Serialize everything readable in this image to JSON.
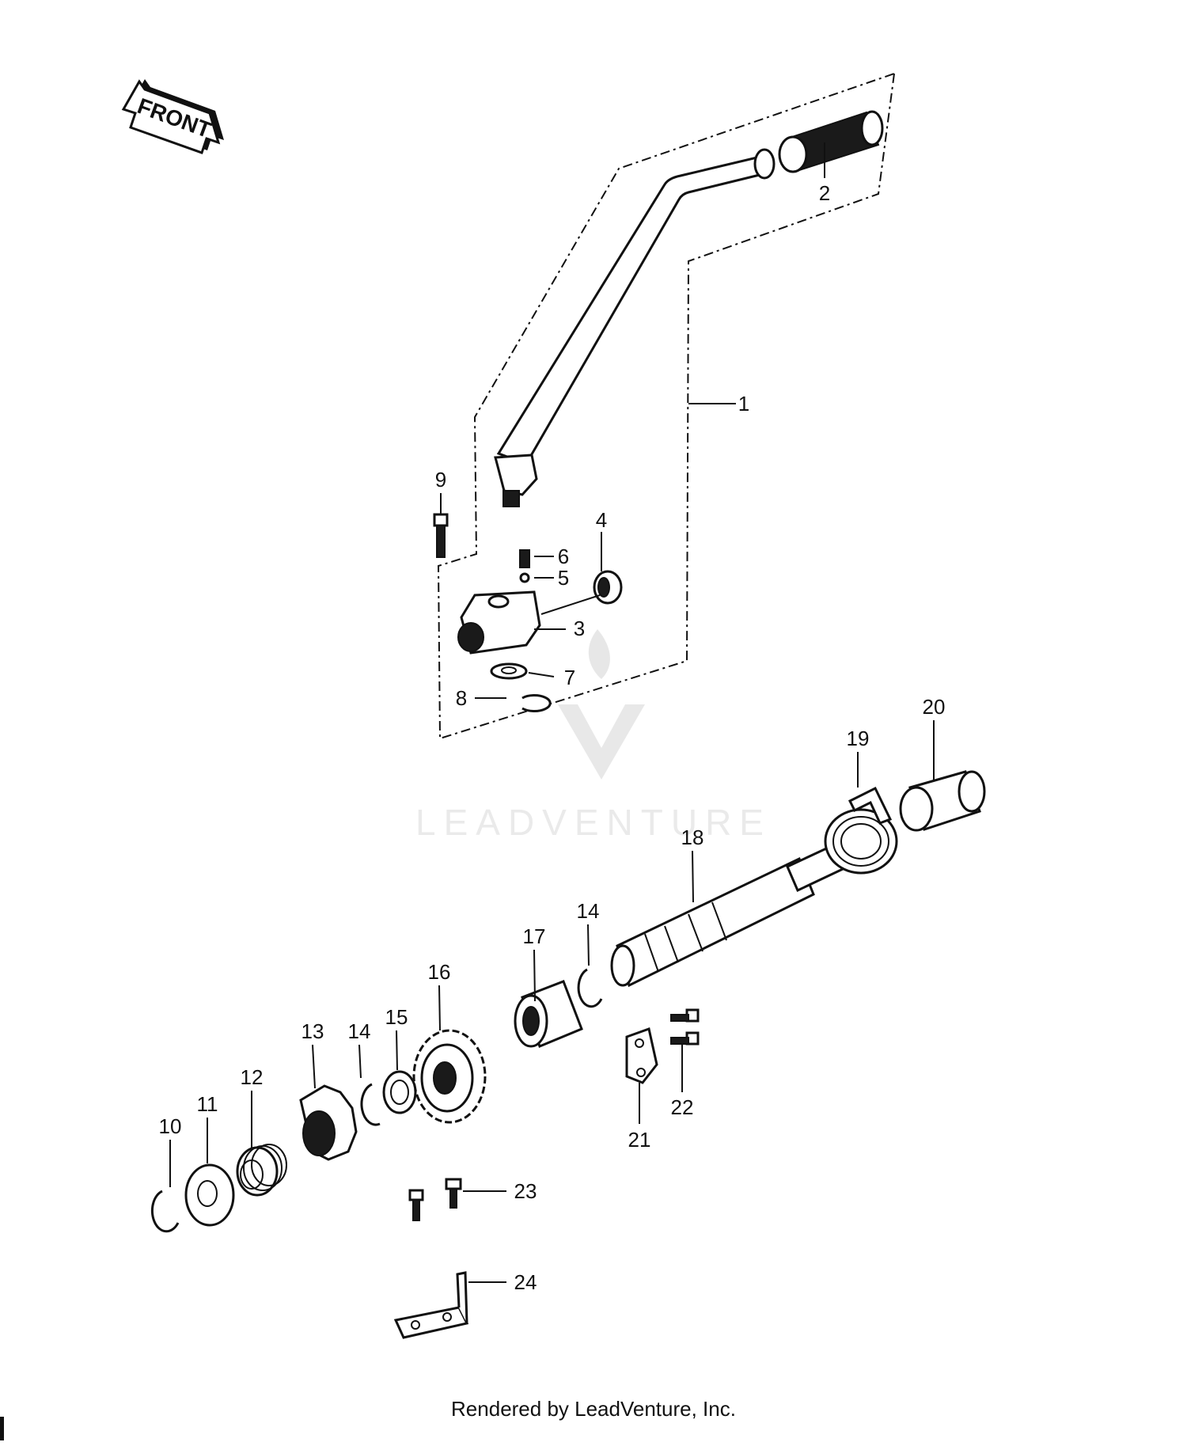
{
  "front_label": "FRONT",
  "watermark": "LEADVENTURE",
  "footer": "Rendered by LeadVenture, Inc.",
  "callouts": [
    {
      "id": "1",
      "label": "1"
    },
    {
      "id": "2",
      "label": "2"
    },
    {
      "id": "3",
      "label": "3"
    },
    {
      "id": "4",
      "label": "4"
    },
    {
      "id": "5",
      "label": "5"
    },
    {
      "id": "6",
      "label": "6"
    },
    {
      "id": "7",
      "label": "7"
    },
    {
      "id": "8",
      "label": "8"
    },
    {
      "id": "9",
      "label": "9"
    },
    {
      "id": "10",
      "label": "10"
    },
    {
      "id": "11",
      "label": "11"
    },
    {
      "id": "12",
      "label": "12"
    },
    {
      "id": "13",
      "label": "13"
    },
    {
      "id": "14a",
      "label": "14"
    },
    {
      "id": "14b",
      "label": "14"
    },
    {
      "id": "15",
      "label": "15"
    },
    {
      "id": "16",
      "label": "16"
    },
    {
      "id": "17",
      "label": "17"
    },
    {
      "id": "18",
      "label": "18"
    },
    {
      "id": "19",
      "label": "19"
    },
    {
      "id": "20",
      "label": "20"
    },
    {
      "id": "21",
      "label": "21"
    },
    {
      "id": "22",
      "label": "22"
    },
    {
      "id": "23",
      "label": "23"
    },
    {
      "id": "24",
      "label": "24"
    }
  ]
}
